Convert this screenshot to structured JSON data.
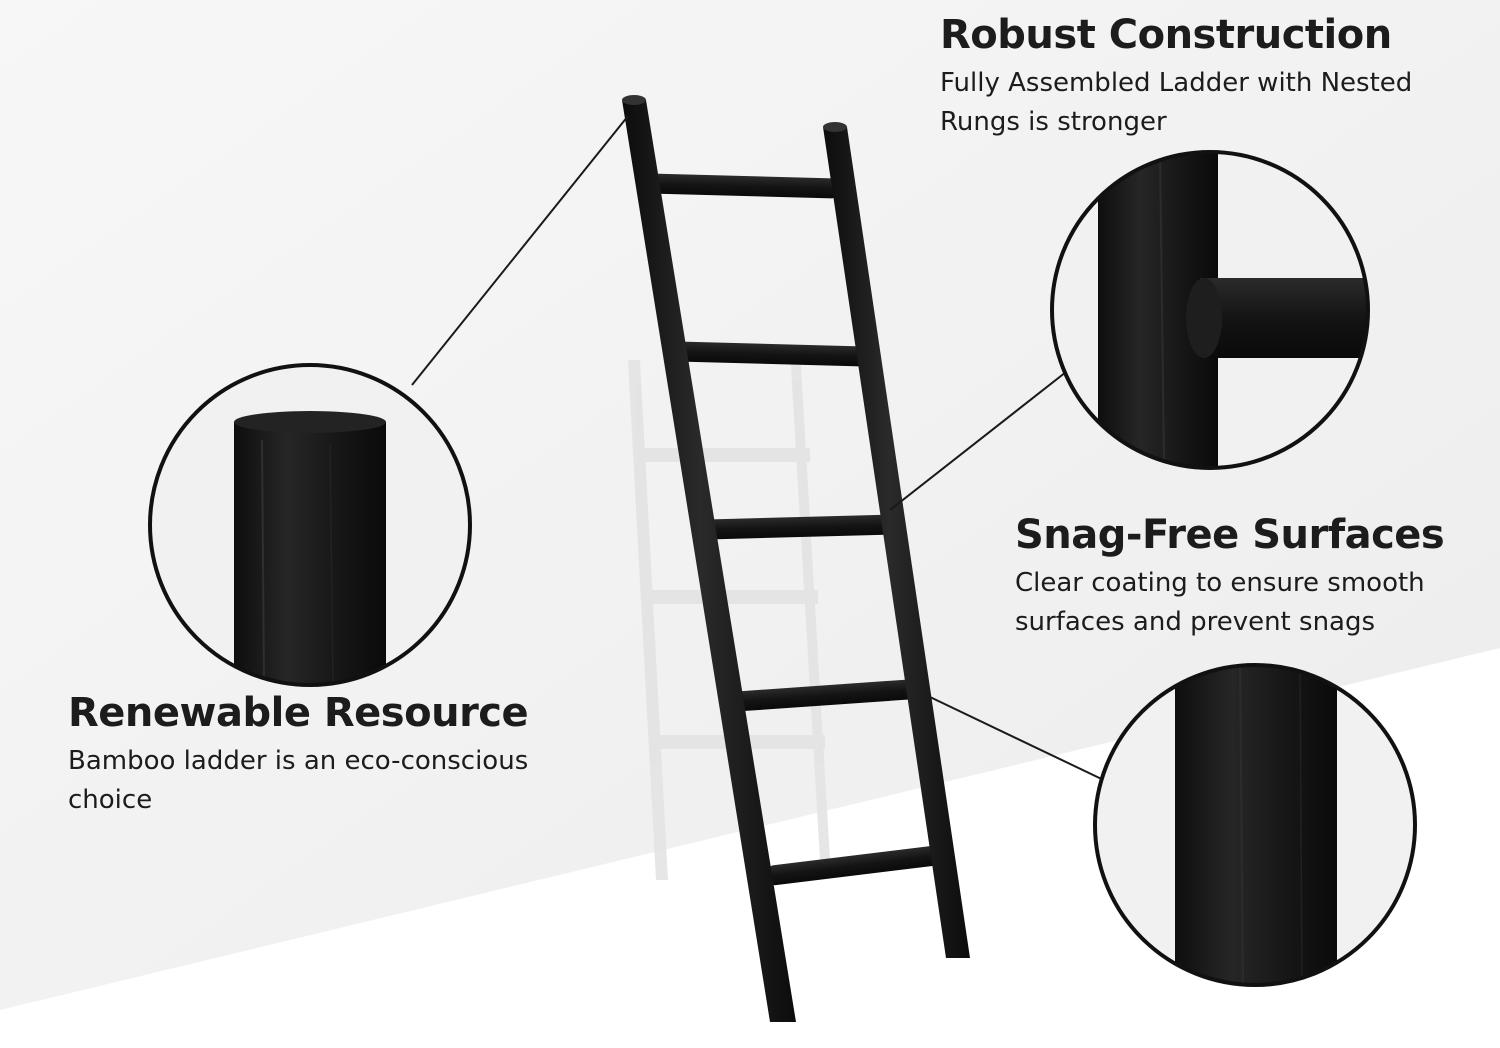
{
  "features": {
    "robust": {
      "title": "Robust Construction",
      "description": "Fully Assembled Ladder with Nested Rungs is stronger"
    },
    "snag_free": {
      "title": "Snag-Free Surfaces",
      "description": "Clear coating to ensure smooth surfaces and prevent snags"
    },
    "renewable": {
      "title": "Renewable Resource",
      "description": "Bamboo ladder is an eco-conscious choice"
    }
  },
  "colors": {
    "ladder": "#161616",
    "text": "#1c1c1c",
    "wall": "#f4f4f4",
    "floor": "#ffffff",
    "shadow": "#e4e4e4"
  }
}
